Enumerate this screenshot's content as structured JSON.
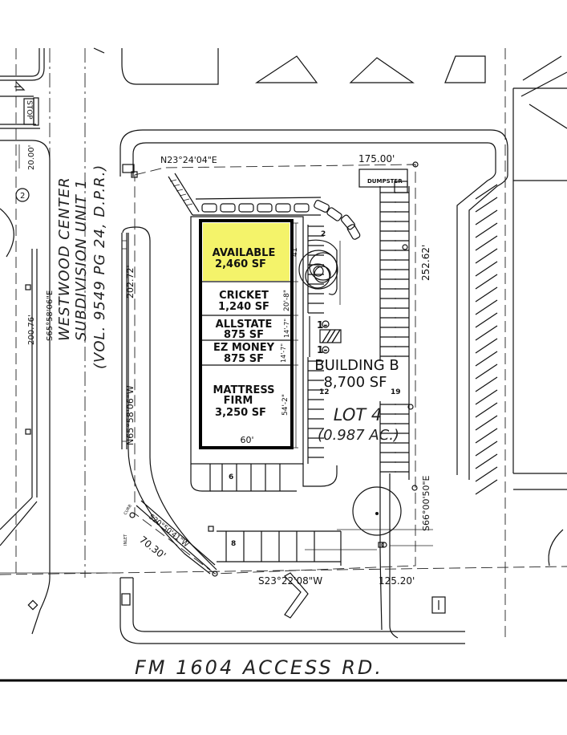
{
  "subdivision": {
    "line1": "WESTWOOD CENTER",
    "line2": "SUBDIVISION UNIT 1",
    "line3": "(VOL. 9549 PG 24, D.P.R.)"
  },
  "road_label": "FM 1604 ACCESS RD.",
  "stop_sign": "STOP",
  "callout_number": "2",
  "lot": {
    "name": "LOT 4",
    "acreage": "(0.987 AC.)"
  },
  "building": {
    "name": "BUILDING B",
    "area": "8,700 SF",
    "width_dim": "60'"
  },
  "dumpster_label": "DUMPSTER",
  "tenants": [
    {
      "name": "AVAILABLE",
      "area": "2,460 SF",
      "dim": "41'",
      "highlight": "#f4f36a"
    },
    {
      "name": "CRICKET",
      "area": "1,240 SF",
      "dim": "20'-8\""
    },
    {
      "name": "ALLSTATE",
      "area": "875 SF",
      "dim": "14'-7\""
    },
    {
      "name": "EZ MONEY",
      "area": "875 SF",
      "dim": "14'-7\""
    },
    {
      "name": "MATTRESS",
      "name2": "FIRM",
      "area": "3,250 SF",
      "dim": "54'-2\""
    }
  ],
  "boundary": {
    "north_bearing": "N23°24'04\"E",
    "north_dist": "175.00'",
    "east_dist": "252.62'",
    "east_bearing": "S66°00'50\"E",
    "south_bearing": "S23°22'08\"W",
    "south_dist": "125.20'",
    "west_bearing": "N65°58'06\"W",
    "west_dist": "202.72'",
    "chamfer_bearing": "S20°50'41\"W",
    "chamfer_dist": "70.30'",
    "adj_bearing": "S65°58'06\"E",
    "adj_dist": "200.76'",
    "dim_20": "20.00'"
  },
  "parking_counts": {
    "north": "2",
    "bldg_left": "12",
    "bldg_right": "19",
    "south": "6",
    "southwest": "8"
  },
  "access_labels": {
    "inlet": "INLET",
    "curb": "CURB"
  },
  "colors": {
    "highlight": "#f4f36a",
    "ink": "#111111"
  }
}
